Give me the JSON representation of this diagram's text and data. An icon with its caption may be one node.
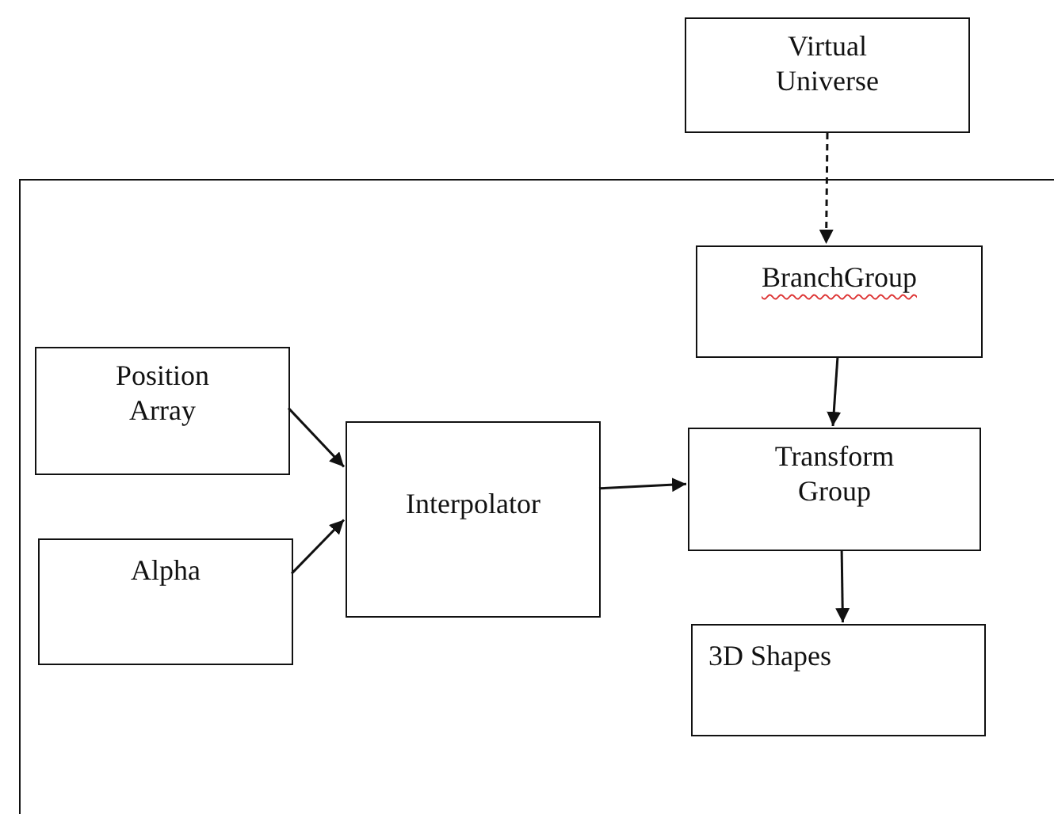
{
  "diagram": {
    "nodes": [
      {
        "text": [],
        "shape": "box"
      },
      {
        "text": [
          "Virtual Universe"
        ]
      },
      {
        "text": [
          "BranchGroup"
        ],
        "in": 0
      },
      {
        "text": [
          "Position Array"
        ],
        "in": 0
      },
      {
        "text": [
          "Alpha"
        ],
        "in": 0
      },
      {
        "text": [
          "Interpolator"
        ],
        "in": 0
      },
      {
        "text": [
          "Transform Group"
        ],
        "in": 0
      },
      {
        "text": [
          "3D Shapes"
        ],
        "in": 0
      }
    ],
    "edges": [
      {
        "from": 1,
        "to": 2,
        "arrow": "to",
        "style": "dashed"
      },
      {
        "from": 2,
        "to": 6,
        "arrow": "to"
      },
      {
        "from": 3,
        "to": 5,
        "arrow": "to"
      },
      {
        "from": 4,
        "to": 5,
        "arrow": "to"
      },
      {
        "from": 5,
        "to": 6,
        "arrow": "to"
      },
      {
        "from": 6,
        "to": 7,
        "arrow": "to"
      }
    ]
  }
}
